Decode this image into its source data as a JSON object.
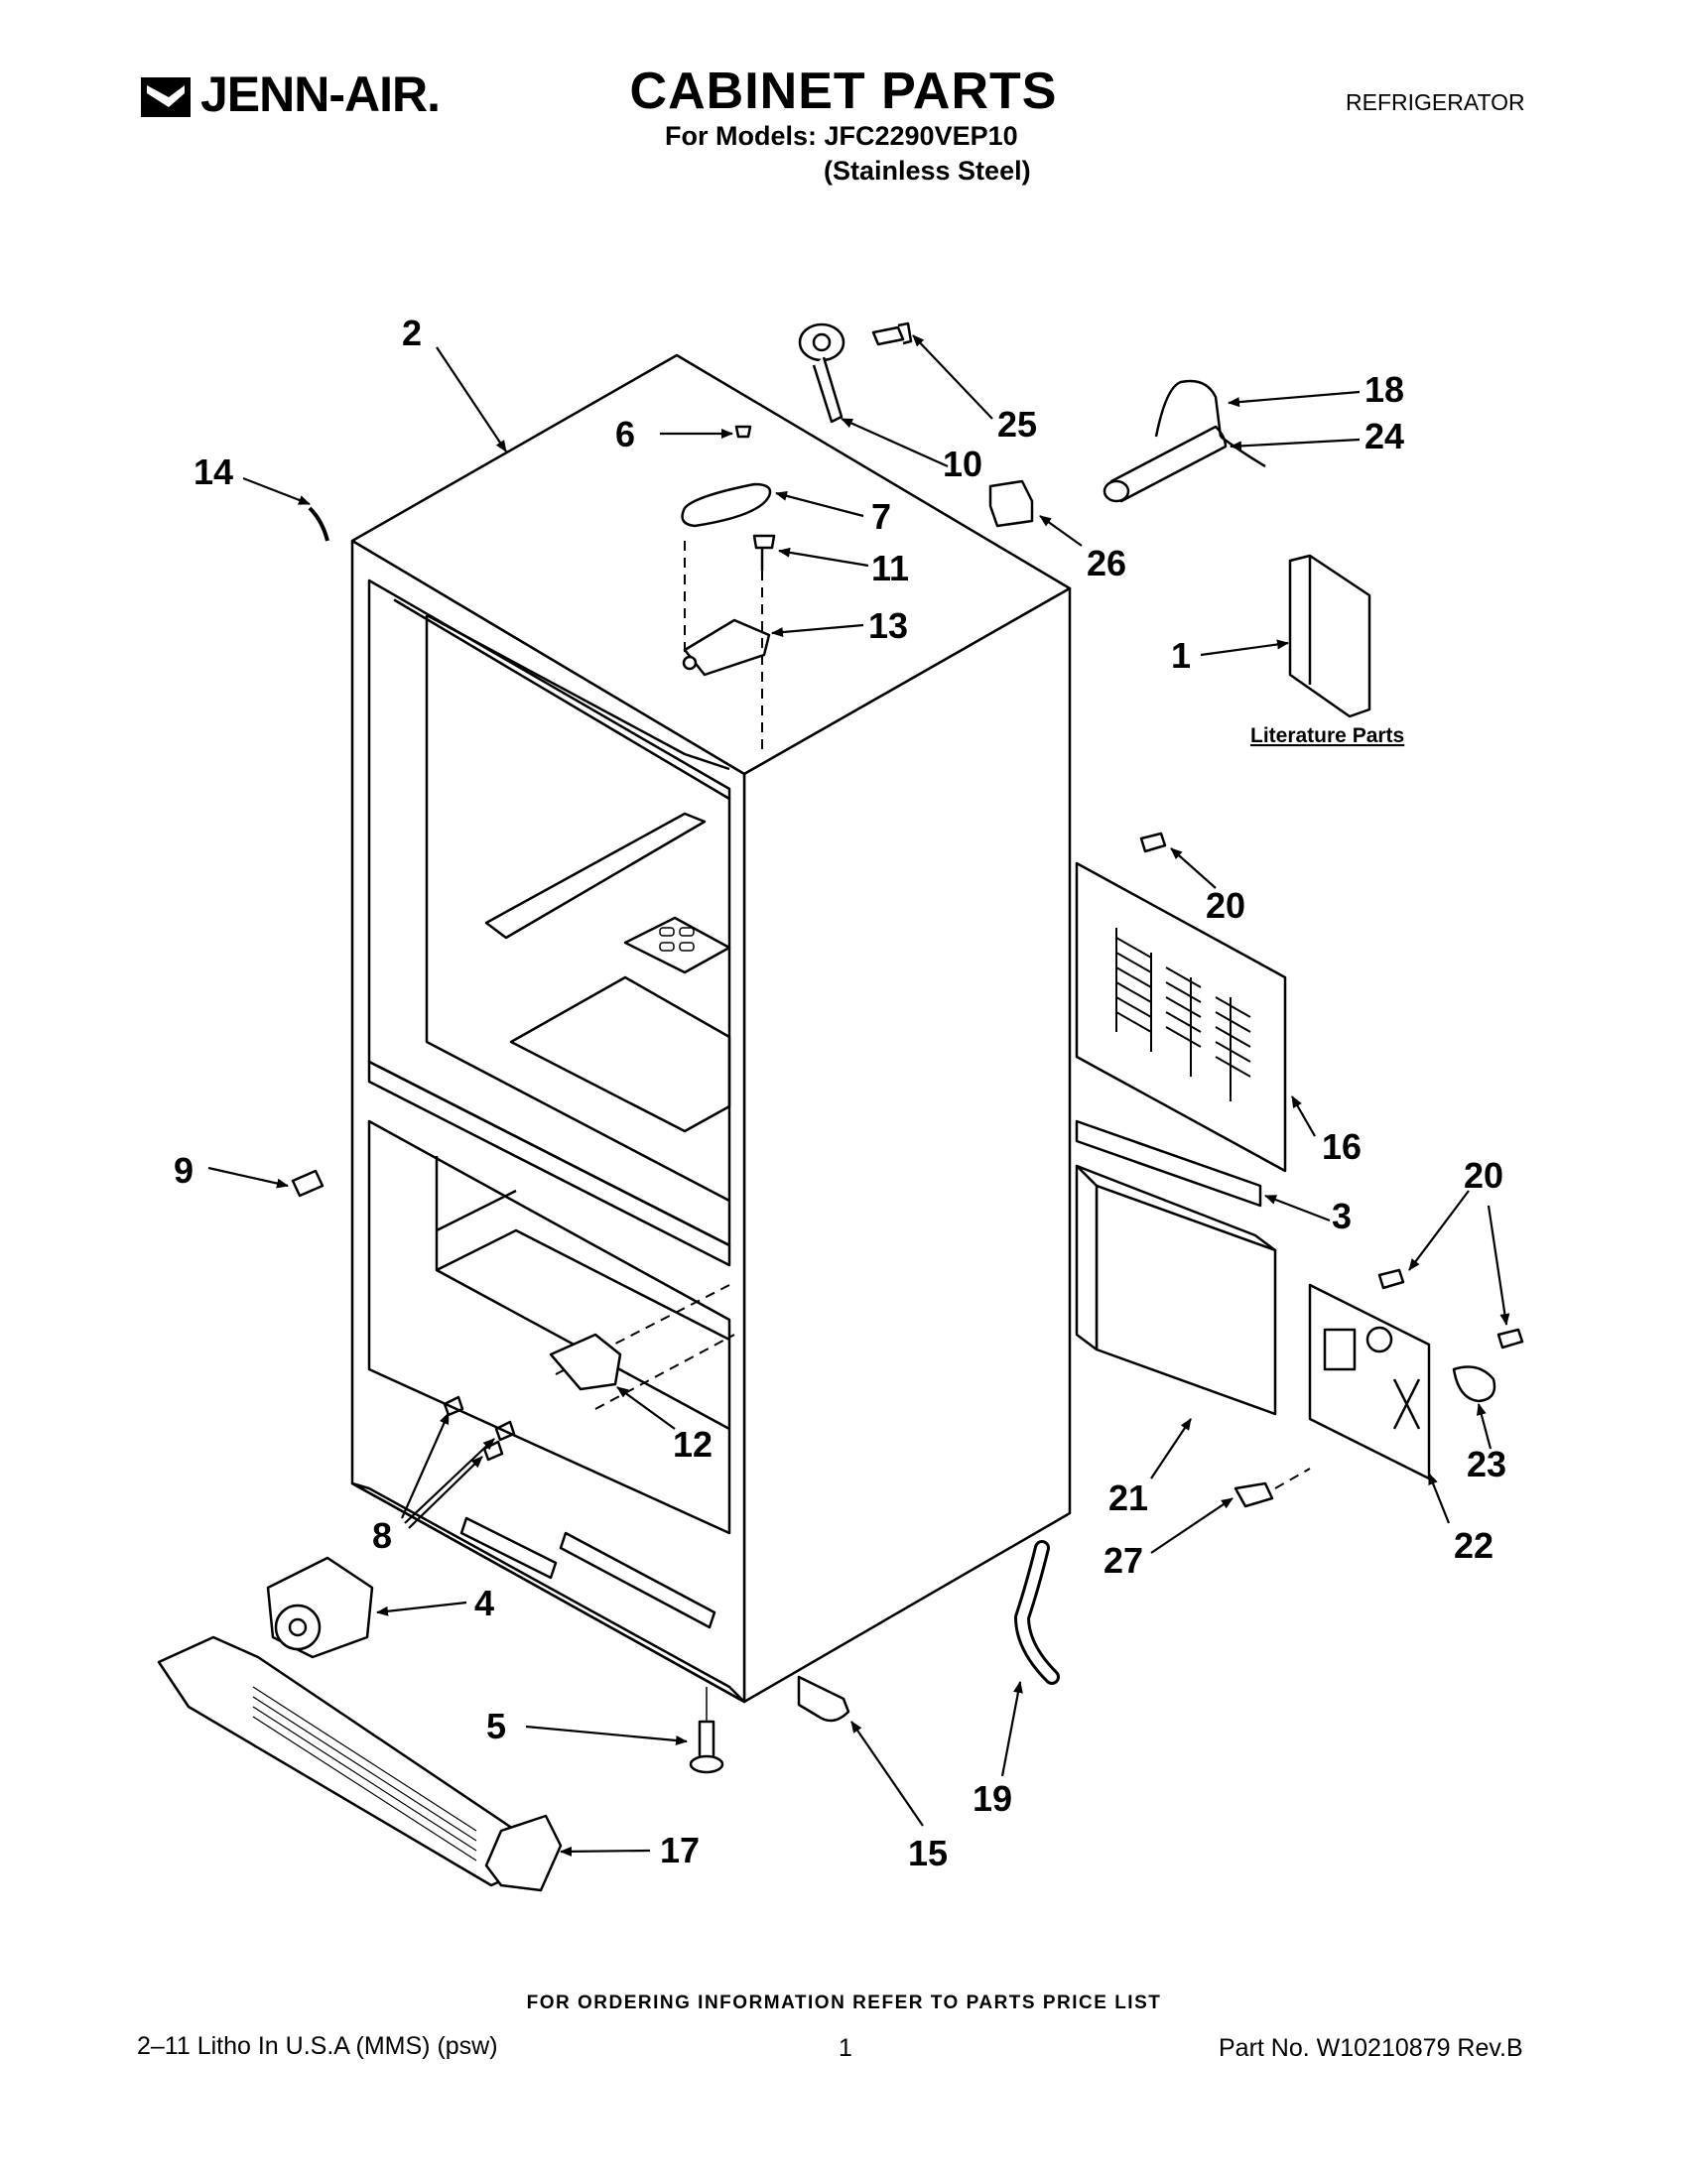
{
  "header": {
    "brand": "JENN-AIR.",
    "title": "CABINET PARTS",
    "models_line": "For Models: JFC2290VEP10",
    "finish_line": "(Stainless Steel)",
    "category": "REFRIGERATOR"
  },
  "diagram": {
    "literature_label": "Literature Parts",
    "callouts": {
      "c1": "1",
      "c2": "2",
      "c3": "3",
      "c4": "4",
      "c5": "5",
      "c6": "6",
      "c7": "7",
      "c8": "8",
      "c9": "9",
      "c10": "10",
      "c11": "11",
      "c12": "12",
      "c13": "13",
      "c14": "14",
      "c15": "15",
      "c16": "16",
      "c17": "17",
      "c18": "18",
      "c19": "19",
      "c20a": "20",
      "c20b": "20",
      "c21": "21",
      "c22": "22",
      "c23": "23",
      "c24": "24",
      "c25": "25",
      "c26": "26",
      "c27": "27"
    }
  },
  "footer": {
    "order_info": "FOR ORDERING INFORMATION REFER TO PARTS PRICE LIST",
    "litho": "2–11 Litho In U.S.A (MMS) (psw)",
    "page": "1",
    "part_no": "Part No. W10210879 Rev.B"
  }
}
